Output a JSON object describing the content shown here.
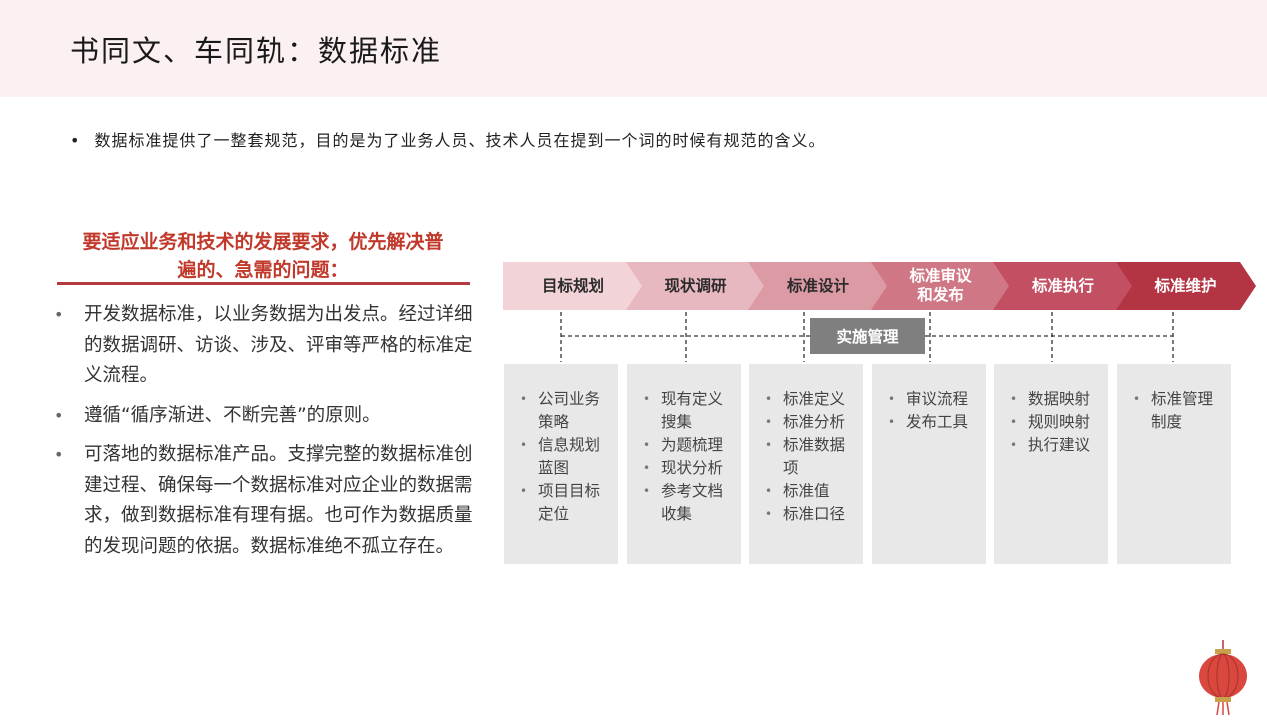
{
  "title": "书同文、车同轨：数据标准",
  "intro": "数据标准提供了一整套规范，目的是为了业务人员、技术人员在提到一个词的时候有规范的含义。",
  "subheading": {
    "line1": "要适应业务和技术的发展要求，优先解决普",
    "line2": "遍的、急需的问题："
  },
  "bullets": [
    "开发数据标准，以业务数据为出发点。经过详细的数据调研、访谈、涉及、评审等严格的标准定义流程。",
    "遵循“循序渐进、不断完善”的原则。",
    "可落地的数据标准产品。支撑完整的数据标准创建过程、确保每一个数据标准对应企业的数据需求，做到数据标准有理有据。也可作为数据质量的发现问题的依据。数据标准绝不孤立存在。"
  ],
  "process": {
    "steps": [
      {
        "label": "目标规划",
        "color": "#f2d3d8",
        "text_color": "#2b2b2b"
      },
      {
        "label": "现状调研",
        "color": "#e8b8c0",
        "text_color": "#2b2b2b"
      },
      {
        "label": "标准设计",
        "color": "#dc9aa5",
        "text_color": "#2b2b2b"
      },
      {
        "label": "标准审议\n和发布",
        "color": "#d07785",
        "text_color": "#ffffff"
      },
      {
        "label": "标准执行",
        "color": "#c34f62",
        "text_color": "#ffffff"
      },
      {
        "label": "标准维护",
        "color": "#b33443",
        "text_color": "#ffffff"
      }
    ],
    "impl_label": "实施管理",
    "details": [
      [
        "公司业务策略",
        "信息规划蓝图",
        "项目目标定位"
      ],
      [
        "现有定义搜集",
        "为题梳理",
        "现状分析",
        "参考文档收集"
      ],
      [
        "标准定义",
        "标准分析",
        "标准数据项",
        "标准值",
        "标准口径"
      ],
      [
        "审议流程",
        "发布工具"
      ],
      [
        "数据映射",
        "规则映射",
        "执行建议"
      ],
      [
        "标准管理制度"
      ]
    ]
  },
  "decoration": {
    "icon": "lantern-icon",
    "color": "#d9534f"
  }
}
